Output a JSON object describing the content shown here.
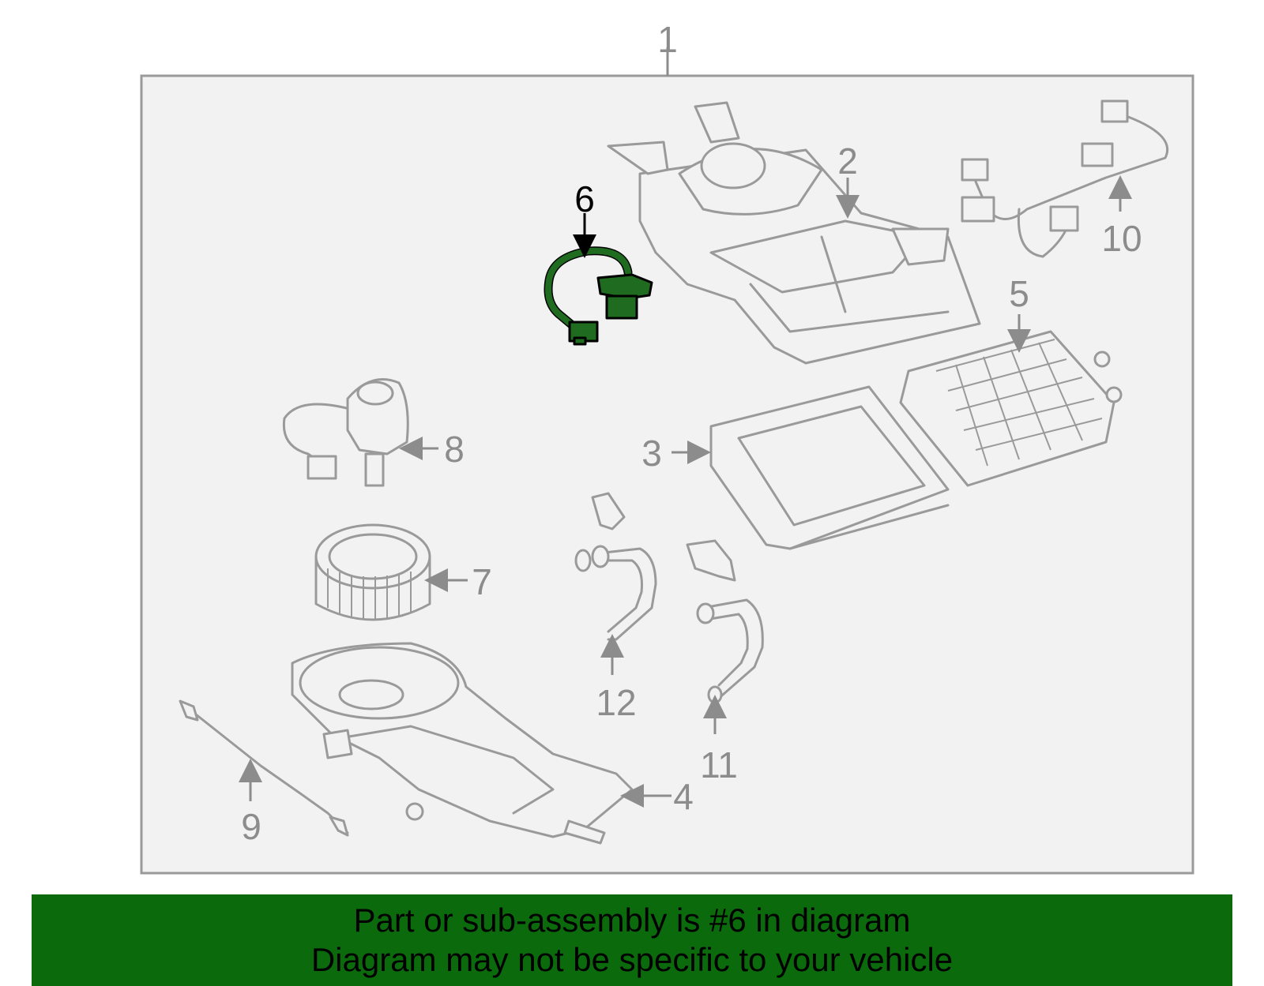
{
  "diagram": {
    "highlight_color": "#1f6b1f",
    "callouts": {
      "c1": "1",
      "c2": "2",
      "c3": "3",
      "c4": "4",
      "c5": "5",
      "c6": "6",
      "c7": "7",
      "c8": "8",
      "c9": "9",
      "c10": "10",
      "c11": "11",
      "c12": "12"
    },
    "highlighted_part": "6"
  },
  "banner": {
    "line1": "Part or sub-assembly is #6 in diagram",
    "line2": "Diagram may not be specific to your vehicle",
    "background": "#0b6a0b"
  }
}
